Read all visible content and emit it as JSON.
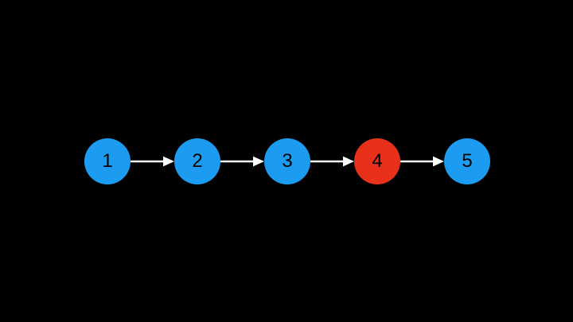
{
  "slide": {
    "background_color": "#000000",
    "diagram": {
      "type": "linked-list",
      "direction": "horizontal",
      "arrow_color": "#FFFFFF",
      "node_text_color": "#000000",
      "nodes": [
        {
          "label": "1",
          "color": "#1C9CF0"
        },
        {
          "label": "2",
          "color": "#1C9CF0"
        },
        {
          "label": "3",
          "color": "#1C9CF0"
        },
        {
          "label": "4",
          "color": "#E8301A"
        },
        {
          "label": "5",
          "color": "#1C9CF0"
        }
      ]
    }
  }
}
